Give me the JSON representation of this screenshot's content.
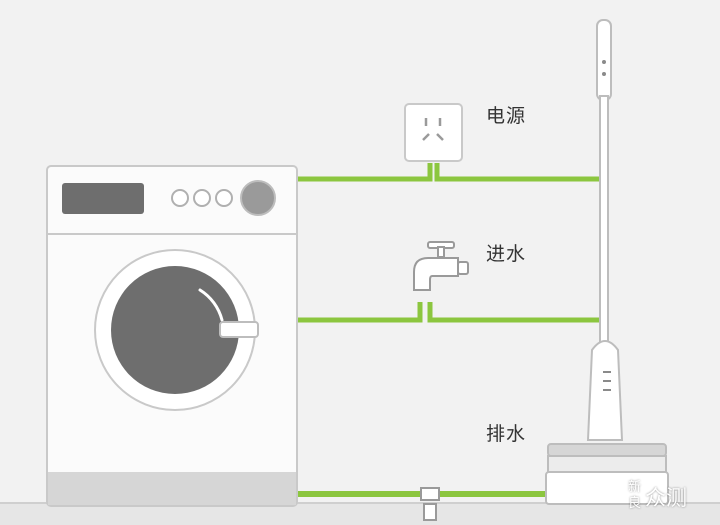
{
  "labels": {
    "power": "电源",
    "water_in": "进水",
    "drain": "排水"
  },
  "watermark": {
    "part1": "新",
    "part2": "良",
    "part3": "众测"
  },
  "colors": {
    "background": "#f2f2f2",
    "line": "#8cc63f",
    "machine_body": "#fbfbfb",
    "machine_outline": "#c9c9c9",
    "machine_base": "#d6d6d6",
    "drum": "#6e6e6e",
    "display": "#6e6e6e",
    "floor": "#cfcfcf"
  },
  "icons": {
    "outlet": "power-outlet-icon",
    "faucet": "faucet-icon",
    "drain": "floor-drain-icon",
    "machine": "washing-machine-icon",
    "cleaner": "floor-scrubber-icon"
  }
}
